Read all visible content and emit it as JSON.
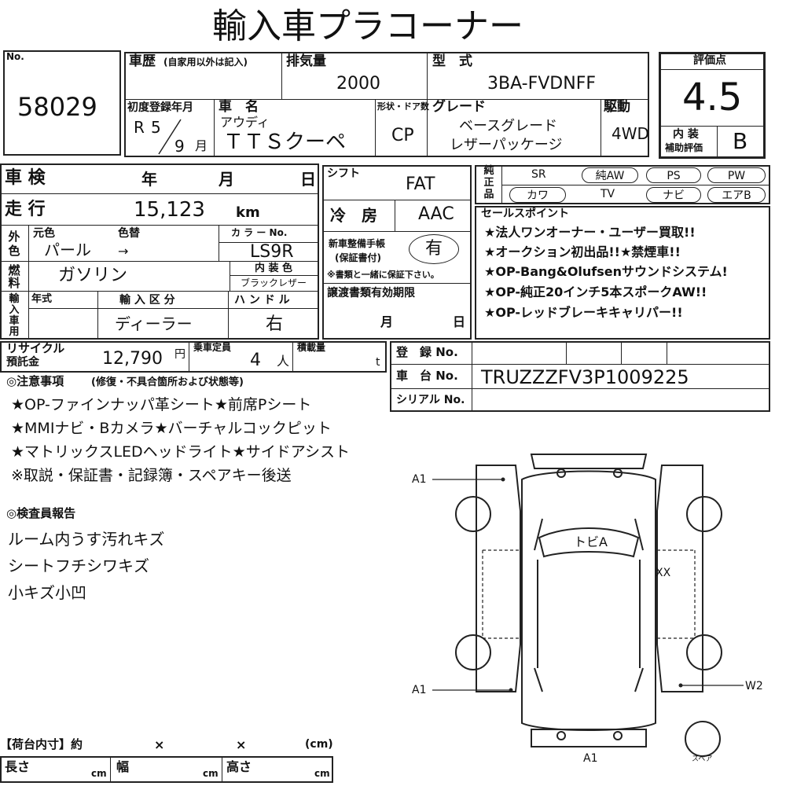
{
  "title": "輸入車プラコーナー",
  "lot": {
    "label": "No.",
    "value": "58029"
  },
  "history": {
    "label": "車歴",
    "note": "(自家用以外は記入)"
  },
  "displacement": {
    "label": "排気量",
    "value": "2000"
  },
  "model_code": {
    "label": "型　式",
    "value": "3BA-FVDNFF"
  },
  "score": {
    "label": "評価点",
    "value": "4.5"
  },
  "interior_score": {
    "label1": "内 装",
    "label2": "補助評価",
    "value": "B"
  },
  "first_reg": {
    "label": "初度登録年月",
    "era": "R",
    "year": "5",
    "month": "9",
    "month_unit": "月"
  },
  "car_name": {
    "label": "車　名",
    "maker": "アウディ",
    "value": "ＴＴＳクーペ"
  },
  "body_type": {
    "label": "形状・ドア数",
    "value": "CP"
  },
  "grade": {
    "label": "グレード",
    "line1": "ベースグレード",
    "line2": "レザーパッケージ"
  },
  "drive": {
    "label": "駆動",
    "value": "4WD"
  },
  "inspection": {
    "label": "車 検",
    "year": "年",
    "month": "月",
    "day": "日"
  },
  "shift": {
    "label": "シフト",
    "value": "FAT"
  },
  "equipment": {
    "label": "純正品",
    "items": [
      "SR",
      "純AW",
      "PS",
      "PW",
      "カワ",
      "TV",
      "ナビ",
      "エアB"
    ]
  },
  "mileage": {
    "label": "走 行",
    "value": "15,123",
    "unit": "km"
  },
  "ac": {
    "label": "冷　房",
    "value": "AAC"
  },
  "sales_points": {
    "label": "セールスポイント",
    "items": [
      "★法人ワンオーナー・ユーザー買取!!",
      "★オークション初出品!!★禁煙車!!",
      "★OP-Bang&Olufsenサウンドシステム!",
      "★OP-純正20インチ5本スポークAW!!",
      "★OP-レッドブレーキキャリパー!!"
    ]
  },
  "color": {
    "label_outer": "外色",
    "orig_label": "元色",
    "change_label": "色替",
    "orig_value": "パール",
    "arrow": "→",
    "code_label": "カ ラ ー No.",
    "code_value": "LS9R"
  },
  "manual": {
    "label1": "新車整備手帳",
    "label2": "(保証書付)",
    "value": "有",
    "note": "※書類と一緒に保証下さい。"
  },
  "fuel": {
    "label": "燃料",
    "value": "ガソリン"
  },
  "interior_color": {
    "label": "内 装 色",
    "value": "ブラックレザー"
  },
  "import": {
    "label_side": "輸入車用",
    "year_label": "年式",
    "type_label": "輸 入 区 分",
    "type_value": "ディーラー",
    "handle_label": "ハ ン ド ル",
    "handle_value": "右"
  },
  "transfer": {
    "label": "譲渡書類有効期限",
    "month": "月",
    "day": "日"
  },
  "recycle": {
    "label1": "リサイクル",
    "label2": "預託金",
    "value": "12,790",
    "unit": "円"
  },
  "capacity": {
    "label": "乗車定員",
    "value": "4",
    "unit": "人"
  },
  "load": {
    "label": "積載量",
    "unit": "t"
  },
  "registration": {
    "label": "登　録 No."
  },
  "vin": {
    "label": "車　台 No.",
    "value": "TRUZZZFV3P1009225"
  },
  "serial": {
    "label": "シリアル No."
  },
  "notes": {
    "label": "◎注意事項",
    "sublabel": "(修復・不具合箇所および状態等)",
    "items": [
      "★OP-ファインナッパ革シート★前席Pシート",
      "★MMIナビ・Bカメラ★バーチャルコックピット",
      "★マトリックスLEDヘッドライト★サイドアシスト",
      "※取説・保証書・記録簿・スペアキー後送"
    ]
  },
  "inspector": {
    "label": "◎検査員報告",
    "items": [
      "ルーム内うす汚れキズ",
      "シートフチシワキズ",
      "小キズ小凹"
    ]
  },
  "diagram": {
    "a1_top": "A1",
    "a1_bottom": "A1",
    "a1_rear": "A1",
    "w2": "W2",
    "roof": "トビA",
    "xx": "XX",
    "spare": "スペア"
  },
  "cargo": {
    "label": "【荷台内寸】約",
    "x1": "×",
    "x2": "×",
    "unit": "(cm)",
    "length": "長さ",
    "width": "幅",
    "height": "高さ",
    "cm": "cm"
  }
}
